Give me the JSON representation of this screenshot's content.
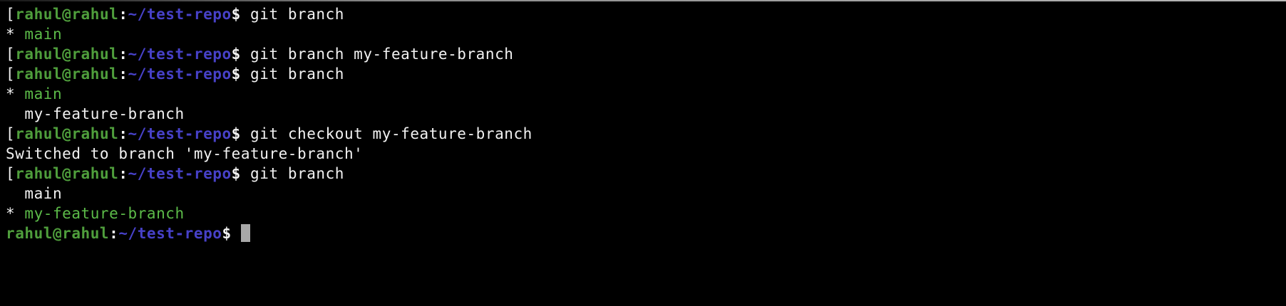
{
  "window": {
    "kind": "terminal",
    "background": "#000000",
    "top_edge_left_color": "#161616",
    "top_edge_right_color": "#b8b8b8"
  },
  "palette": {
    "white": "#f2f2f2",
    "green": "#4f9e3c",
    "green_bright": "#5cbb49",
    "blue": "#4741c8",
    "cursor": "#a8a8a8"
  },
  "terminal": {
    "lines": [
      {
        "segments": [
          {
            "t": "[",
            "c": "white",
            "n": "prompt-bracket"
          },
          {
            "t": "rahul@rahul",
            "c": "green",
            "b": true,
            "n": "prompt-user-host"
          },
          {
            "t": ":",
            "c": "white",
            "b": true,
            "n": "prompt-separator"
          },
          {
            "t": "~/test-repo",
            "c": "blue",
            "b": true,
            "n": "prompt-path"
          },
          {
            "t": "$",
            "c": "white",
            "b": true,
            "n": "prompt-symbol"
          },
          {
            "t": " git branch",
            "c": "white",
            "n": "command-text"
          }
        ]
      },
      {
        "segments": [
          {
            "t": "* ",
            "c": "white",
            "n": "branch-marker"
          },
          {
            "t": "main",
            "c": "green_bright",
            "n": "current-branch-name"
          }
        ]
      },
      {
        "segments": [
          {
            "t": "[",
            "c": "white",
            "n": "prompt-bracket"
          },
          {
            "t": "rahul@rahul",
            "c": "green",
            "b": true,
            "n": "prompt-user-host"
          },
          {
            "t": ":",
            "c": "white",
            "b": true,
            "n": "prompt-separator"
          },
          {
            "t": "~/test-repo",
            "c": "blue",
            "b": true,
            "n": "prompt-path"
          },
          {
            "t": "$",
            "c": "white",
            "b": true,
            "n": "prompt-symbol"
          },
          {
            "t": " git branch my-feature-branch",
            "c": "white",
            "n": "command-text"
          }
        ]
      },
      {
        "segments": [
          {
            "t": "[",
            "c": "white",
            "n": "prompt-bracket"
          },
          {
            "t": "rahul@rahul",
            "c": "green",
            "b": true,
            "n": "prompt-user-host"
          },
          {
            "t": ":",
            "c": "white",
            "b": true,
            "n": "prompt-separator"
          },
          {
            "t": "~/test-repo",
            "c": "blue",
            "b": true,
            "n": "prompt-path"
          },
          {
            "t": "$",
            "c": "white",
            "b": true,
            "n": "prompt-symbol"
          },
          {
            "t": " git branch",
            "c": "white",
            "n": "command-text"
          }
        ]
      },
      {
        "segments": [
          {
            "t": "* ",
            "c": "white",
            "n": "branch-marker"
          },
          {
            "t": "main",
            "c": "green_bright",
            "n": "current-branch-name"
          }
        ]
      },
      {
        "segments": [
          {
            "t": "  my-feature-branch",
            "c": "white",
            "n": "branch-name"
          }
        ]
      },
      {
        "segments": [
          {
            "t": "[",
            "c": "white",
            "n": "prompt-bracket"
          },
          {
            "t": "rahul@rahul",
            "c": "green",
            "b": true,
            "n": "prompt-user-host"
          },
          {
            "t": ":",
            "c": "white",
            "b": true,
            "n": "prompt-separator"
          },
          {
            "t": "~/test-repo",
            "c": "blue",
            "b": true,
            "n": "prompt-path"
          },
          {
            "t": "$",
            "c": "white",
            "b": true,
            "n": "prompt-symbol"
          },
          {
            "t": " git checkout my-feature-branch",
            "c": "white",
            "n": "command-text"
          }
        ]
      },
      {
        "segments": [
          {
            "t": "Switched to branch 'my-feature-branch'",
            "c": "white",
            "n": "output-text"
          }
        ]
      },
      {
        "segments": [
          {
            "t": "[",
            "c": "white",
            "n": "prompt-bracket"
          },
          {
            "t": "rahul@rahul",
            "c": "green",
            "b": true,
            "n": "prompt-user-host"
          },
          {
            "t": ":",
            "c": "white",
            "b": true,
            "n": "prompt-separator"
          },
          {
            "t": "~/test-repo",
            "c": "blue",
            "b": true,
            "n": "prompt-path"
          },
          {
            "t": "$",
            "c": "white",
            "b": true,
            "n": "prompt-symbol"
          },
          {
            "t": " git branch",
            "c": "white",
            "n": "command-text"
          }
        ]
      },
      {
        "segments": [
          {
            "t": "  main",
            "c": "white",
            "n": "branch-name"
          }
        ]
      },
      {
        "segments": [
          {
            "t": "* ",
            "c": "white",
            "n": "branch-marker"
          },
          {
            "t": "my-feature-branch",
            "c": "green_bright",
            "n": "current-branch-name"
          }
        ]
      },
      {
        "cursor": true,
        "segments": [
          {
            "t": "rahul@rahul",
            "c": "green",
            "b": true,
            "n": "prompt-user-host"
          },
          {
            "t": ":",
            "c": "white",
            "b": true,
            "n": "prompt-separator"
          },
          {
            "t": "~/test-repo",
            "c": "blue",
            "b": true,
            "n": "prompt-path"
          },
          {
            "t": "$ ",
            "c": "white",
            "b": true,
            "n": "prompt-symbol"
          }
        ]
      }
    ]
  }
}
